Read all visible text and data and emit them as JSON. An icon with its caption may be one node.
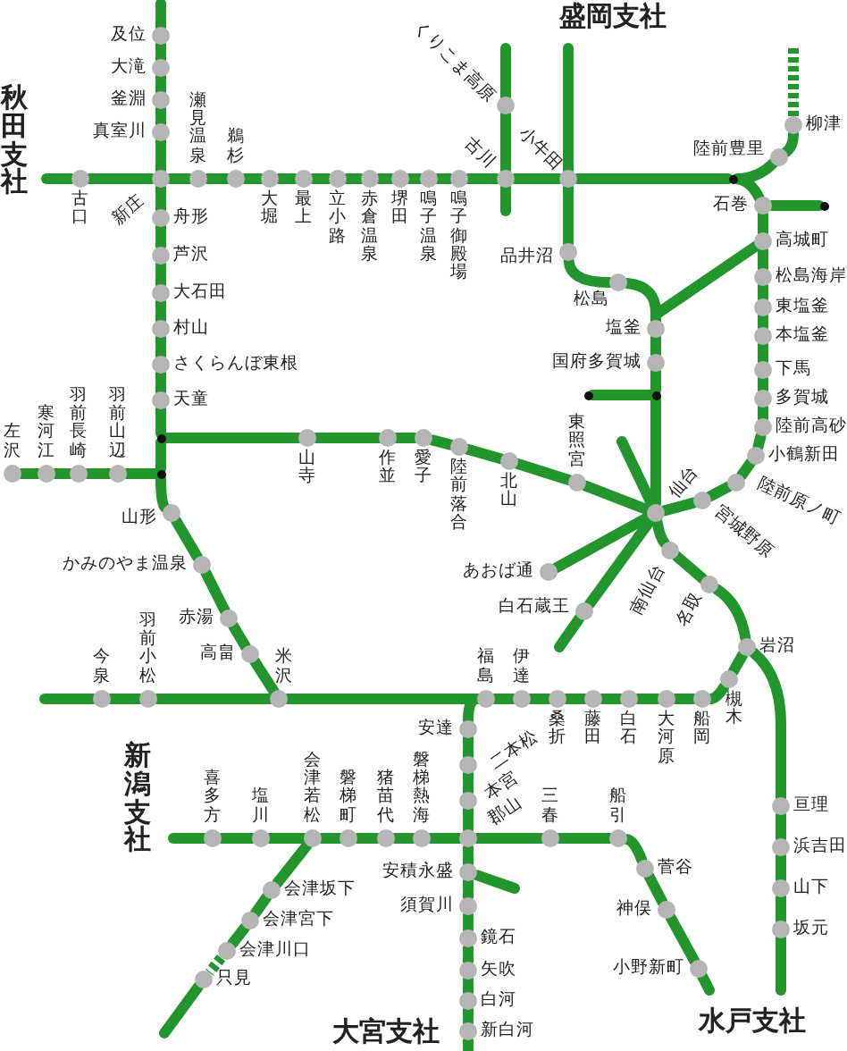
{
  "diagram": {
    "nodes": [
      {
        "text": [
          "及位"
        ]
      },
      {
        "text": [
          "大滝"
        ]
      },
      {
        "text": [
          "釜淵"
        ]
      },
      {
        "text": [
          "真室川"
        ]
      },
      {
        "text": [
          "古口"
        ]
      },
      {
        "text": [
          "新庄"
        ]
      },
      {
        "text": [
          "瀬見温泉"
        ]
      },
      {
        "text": [
          "鵜杉"
        ]
      },
      {
        "text": [
          "大堀"
        ]
      },
      {
        "text": [
          "最上"
        ]
      },
      {
        "text": [
          "立小路"
        ]
      },
      {
        "text": [
          "赤倉温泉"
        ]
      },
      {
        "text": [
          "堺田"
        ]
      },
      {
        "text": [
          "鳴子温泉"
        ]
      },
      {
        "text": [
          "鳴子御殿場"
        ]
      },
      {
        "text": [
          "くりこま高原"
        ]
      },
      {
        "text": [
          "古川"
        ]
      },
      {
        "text": [
          "小牛田"
        ]
      },
      {
        "text": [],
        "shape": "circle"
      },
      {
        "text": [
          "陸前豊里"
        ]
      },
      {
        "text": [
          "柳津"
        ]
      },
      {
        "text": [
          "石巻"
        ]
      },
      {
        "text": [],
        "shape": "circle"
      },
      {
        "text": [
          "品井沼"
        ]
      },
      {
        "text": [
          "松島"
        ]
      },
      {
        "text": [
          "塩釜"
        ]
      },
      {
        "text": [
          "国府多賀城"
        ]
      },
      {
        "text": [],
        "shape": "circle"
      },
      {
        "text": [],
        "shape": "circle"
      },
      {
        "text": [
          "高城町"
        ]
      },
      {
        "text": [
          "松島海岸"
        ]
      },
      {
        "text": [
          "東塩釜"
        ]
      },
      {
        "text": [
          "本塩釜"
        ]
      },
      {
        "text": [
          "下馬"
        ]
      },
      {
        "text": [
          "多賀城"
        ]
      },
      {
        "text": [
          "陸前高砂"
        ]
      },
      {
        "text": [
          "小鶴新田"
        ]
      },
      {
        "text": [
          "陸前原ノ町"
        ]
      },
      {
        "text": [
          "宮城野原"
        ]
      },
      {
        "text": [
          "仙台"
        ]
      },
      {
        "text": [
          "舟形"
        ]
      },
      {
        "text": [
          "芦沢"
        ]
      },
      {
        "text": [
          "大石田"
        ]
      },
      {
        "text": [
          "村山"
        ]
      },
      {
        "text": [
          "さくらんぼ東根"
        ]
      },
      {
        "text": [
          "天童"
        ]
      },
      {
        "text": [],
        "shape": "circle"
      },
      {
        "text": [
          "山寺"
        ]
      },
      {
        "text": [
          "作並"
        ]
      },
      {
        "text": [
          "愛子"
        ]
      },
      {
        "text": [
          "陸前落合"
        ]
      },
      {
        "text": [
          "北山"
        ]
      },
      {
        "text": [
          "東照宮"
        ]
      },
      {
        "text": [
          "左沢"
        ]
      },
      {
        "text": [
          "寒河江"
        ]
      },
      {
        "text": [
          "羽前長崎"
        ]
      },
      {
        "text": [
          "羽前山辺"
        ]
      },
      {
        "text": [],
        "shape": "circle"
      },
      {
        "text": [
          "山形"
        ]
      },
      {
        "text": [
          "かみのやま温泉"
        ]
      },
      {
        "text": [
          "赤湯"
        ]
      },
      {
        "text": [
          "高畠"
        ]
      },
      {
        "text": [
          "米沢"
        ]
      },
      {
        "text": [
          "あおば通"
        ]
      },
      {
        "text": [
          "南仙台"
        ]
      },
      {
        "text": [
          "白石蔵王"
        ]
      },
      {
        "text": [
          "名取"
        ]
      },
      {
        "text": [
          "岩沼"
        ]
      },
      {
        "text": [
          "今泉"
        ]
      },
      {
        "text": [
          "羽前小松"
        ]
      },
      {
        "text": [
          "福島"
        ]
      },
      {
        "text": [
          "伊達"
        ]
      },
      {
        "text": [
          "桑折"
        ]
      },
      {
        "text": [
          "藤田"
        ]
      },
      {
        "text": [
          "白石"
        ]
      },
      {
        "text": [
          "大河原"
        ]
      },
      {
        "text": [
          "船岡"
        ]
      },
      {
        "text": [
          "槻木"
        ]
      },
      {
        "text": [
          "安達"
        ]
      },
      {
        "text": [
          "二本松"
        ]
      },
      {
        "text": [
          "本宮"
        ]
      },
      {
        "text": [
          "亘理"
        ]
      },
      {
        "text": [
          "喜多方"
        ]
      },
      {
        "text": [
          "塩川"
        ]
      },
      {
        "text": [
          "会津若松"
        ]
      },
      {
        "text": [
          "磐梯町"
        ]
      },
      {
        "text": [
          "猪苗代"
        ]
      },
      {
        "text": [
          "磐梯熱海"
        ]
      },
      {
        "text": [
          "郡山"
        ]
      },
      {
        "text": [
          "三春"
        ]
      },
      {
        "text": [
          "船引"
        ]
      },
      {
        "text": [
          "浜吉田"
        ]
      },
      {
        "text": [
          "安積永盛"
        ]
      },
      {
        "text": [
          "菅谷"
        ]
      },
      {
        "text": [
          "山下"
        ]
      },
      {
        "text": [
          "会津坂下"
        ]
      },
      {
        "text": [
          "須賀川"
        ]
      },
      {
        "text": [
          "神俣"
        ]
      },
      {
        "text": [
          "会津宮下"
        ]
      },
      {
        "text": [
          "坂元"
        ]
      },
      {
        "text": [
          "鏡石"
        ]
      },
      {
        "text": [
          "会津川口"
        ]
      },
      {
        "text": [
          "小野新町"
        ]
      },
      {
        "text": [
          "矢吹"
        ]
      },
      {
        "text": [
          "只見"
        ]
      },
      {
        "text": [
          "白河"
        ]
      },
      {
        "text": [
          "新白河"
        ]
      }
    ],
    "edges": [
      {
        "from": null,
        "to": 0,
        "arrow": "none"
      },
      {
        "from": 0,
        "to": 1,
        "arrow": "none"
      },
      {
        "from": 1,
        "to": 2,
        "arrow": "none"
      },
      {
        "from": 2,
        "to": 3,
        "arrow": "none"
      },
      {
        "from": 3,
        "to": 5,
        "arrow": "none"
      },
      {
        "from": null,
        "to": 4,
        "arrow": "none"
      },
      {
        "from": 4,
        "to": 5,
        "arrow": "none"
      },
      {
        "from": 5,
        "to": 6,
        "arrow": "none"
      },
      {
        "from": 6,
        "to": 7,
        "arrow": "none"
      },
      {
        "from": 7,
        "to": 8,
        "arrow": "none"
      },
      {
        "from": 8,
        "to": 9,
        "arrow": "none"
      },
      {
        "from": 9,
        "to": 10,
        "arrow": "none"
      },
      {
        "from": 10,
        "to": 11,
        "arrow": "none"
      },
      {
        "from": 11,
        "to": 12,
        "arrow": "none"
      },
      {
        "from": 12,
        "to": 13,
        "arrow": "none"
      },
      {
        "from": 13,
        "to": 14,
        "arrow": "none"
      },
      {
        "from": 14,
        "to": 16,
        "arrow": "none"
      },
      {
        "from": null,
        "to": 15,
        "arrow": "none"
      },
      {
        "from": 15,
        "to": 16,
        "arrow": "none"
      },
      {
        "from": 16,
        "to": null,
        "arrow": "none"
      },
      {
        "from": 16,
        "to": 17,
        "arrow": "none"
      },
      {
        "from": null,
        "to": 17,
        "arrow": "none"
      },
      {
        "from": 17,
        "to": 18,
        "arrow": "none"
      },
      {
        "from": 18,
        "to": 19,
        "arrow": "none"
      },
      {
        "from": 19,
        "to": 20,
        "arrow": "none"
      },
      {
        "from": 20,
        "to": null,
        "arrow": "none",
        "style": "dashed"
      },
      {
        "from": 18,
        "to": 21,
        "arrow": "none"
      },
      {
        "from": 21,
        "to": 22,
        "arrow": "none"
      },
      {
        "from": 17,
        "to": 23,
        "arrow": "none"
      },
      {
        "from": 23,
        "to": 24,
        "arrow": "none"
      },
      {
        "from": 24,
        "to": 25,
        "arrow": "none"
      },
      {
        "from": 25,
        "to": 26,
        "arrow": "none"
      },
      {
        "from": 26,
        "to": 28,
        "arrow": "none"
      },
      {
        "from": 28,
        "to": 27,
        "arrow": "none"
      },
      {
        "from": 28,
        "to": 39,
        "arrow": "none"
      },
      {
        "from": 21,
        "to": 29,
        "arrow": "none"
      },
      {
        "from": 29,
        "to": 25,
        "arrow": "none"
      },
      {
        "from": 29,
        "to": 30,
        "arrow": "none"
      },
      {
        "from": 30,
        "to": 31,
        "arrow": "none"
      },
      {
        "from": 31,
        "to": 32,
        "arrow": "none"
      },
      {
        "from": 32,
        "to": 33,
        "arrow": "none"
      },
      {
        "from": 33,
        "to": 34,
        "arrow": "none"
      },
      {
        "from": 34,
        "to": 35,
        "arrow": "none"
      },
      {
        "from": 35,
        "to": 36,
        "arrow": "none"
      },
      {
        "from": 36,
        "to": 37,
        "arrow": "none"
      },
      {
        "from": 37,
        "to": 38,
        "arrow": "none"
      },
      {
        "from": 38,
        "to": 39,
        "arrow": "none"
      },
      {
        "from": 5,
        "to": 40,
        "arrow": "none"
      },
      {
        "from": 40,
        "to": 41,
        "arrow": "none"
      },
      {
        "from": 41,
        "to": 42,
        "arrow": "none"
      },
      {
        "from": 42,
        "to": 43,
        "arrow": "none"
      },
      {
        "from": 43,
        "to": 44,
        "arrow": "none"
      },
      {
        "from": 44,
        "to": 45,
        "arrow": "none"
      },
      {
        "from": 45,
        "to": 46,
        "arrow": "none"
      },
      {
        "from": 46,
        "to": 47,
        "arrow": "none"
      },
      {
        "from": 47,
        "to": 48,
        "arrow": "none"
      },
      {
        "from": 48,
        "to": 49,
        "arrow": "none"
      },
      {
        "from": 49,
        "to": 50,
        "arrow": "none"
      },
      {
        "from": 50,
        "to": 51,
        "arrow": "none"
      },
      {
        "from": 51,
        "to": 52,
        "arrow": "none"
      },
      {
        "from": 52,
        "to": 39,
        "arrow": "none"
      },
      {
        "from": 46,
        "to": 57,
        "arrow": "none"
      },
      {
        "from": 53,
        "to": 54,
        "arrow": "none"
      },
      {
        "from": 54,
        "to": 55,
        "arrow": "none"
      },
      {
        "from": 55,
        "to": 56,
        "arrow": "none"
      },
      {
        "from": 56,
        "to": 57,
        "arrow": "none"
      },
      {
        "from": 57,
        "to": 58,
        "arrow": "none"
      },
      {
        "from": 58,
        "to": 59,
        "arrow": "none"
      },
      {
        "from": 59,
        "to": 60,
        "arrow": "none"
      },
      {
        "from": 60,
        "to": 61,
        "arrow": "none"
      },
      {
        "from": 61,
        "to": 62,
        "arrow": "none"
      },
      {
        "from": 39,
        "to": null,
        "arrow": "none"
      },
      {
        "from": 39,
        "to": 63,
        "arrow": "none"
      },
      {
        "from": 39,
        "to": 64,
        "arrow": "none"
      },
      {
        "from": 39,
        "to": 65,
        "arrow": "none"
      },
      {
        "from": 65,
        "to": null,
        "arrow": "none"
      },
      {
        "from": 64,
        "to": 66,
        "arrow": "none"
      },
      {
        "from": 66,
        "to": 67,
        "arrow": "none"
      },
      {
        "from": 67,
        "to": 77,
        "arrow": "none"
      },
      {
        "from": 77,
        "to": 76,
        "arrow": "none"
      },
      {
        "from": 76,
        "to": 75,
        "arrow": "none"
      },
      {
        "from": 75,
        "to": 74,
        "arrow": "none"
      },
      {
        "from": 74,
        "to": 73,
        "arrow": "none"
      },
      {
        "from": 73,
        "to": 72,
        "arrow": "none"
      },
      {
        "from": 72,
        "to": 71,
        "arrow": "none"
      },
      {
        "from": 71,
        "to": 70,
        "arrow": "none"
      },
      {
        "from": null,
        "to": 68,
        "arrow": "none"
      },
      {
        "from": 68,
        "to": 69,
        "arrow": "none"
      },
      {
        "from": 69,
        "to": 62,
        "arrow": "none"
      },
      {
        "from": 62,
        "to": 70,
        "arrow": "none"
      },
      {
        "from": 70,
        "to": 78,
        "arrow": "none"
      },
      {
        "from": 78,
        "to": 79,
        "arrow": "none"
      },
      {
        "from": 79,
        "to": 80,
        "arrow": "none"
      },
      {
        "from": 80,
        "to": 88,
        "arrow": "none"
      },
      {
        "from": 67,
        "to": 81,
        "arrow": "none"
      },
      {
        "from": 81,
        "to": 91,
        "arrow": "none"
      },
      {
        "from": 91,
        "to": 94,
        "arrow": "none"
      },
      {
        "from": 94,
        "to": 99,
        "arrow": "none"
      },
      {
        "from": 99,
        "to": null,
        "arrow": "none"
      },
      {
        "from": null,
        "to": 82,
        "arrow": "none"
      },
      {
        "from": 82,
        "to": 83,
        "arrow": "none"
      },
      {
        "from": 83,
        "to": 84,
        "arrow": "none"
      },
      {
        "from": 84,
        "to": 85,
        "arrow": "none"
      },
      {
        "from": 85,
        "to": 86,
        "arrow": "none"
      },
      {
        "from": 86,
        "to": 87,
        "arrow": "none"
      },
      {
        "from": 87,
        "to": 88,
        "arrow": "none"
      },
      {
        "from": 88,
        "to": 89,
        "arrow": "none"
      },
      {
        "from": 89,
        "to": 90,
        "arrow": "none"
      },
      {
        "from": 90,
        "to": 93,
        "arrow": "none"
      },
      {
        "from": 93,
        "to": 97,
        "arrow": "none"
      },
      {
        "from": 97,
        "to": 102,
        "arrow": "none"
      },
      {
        "from": 102,
        "to": null,
        "arrow": "none"
      },
      {
        "from": 88,
        "to": 92,
        "arrow": "none"
      },
      {
        "from": 92,
        "to": 96,
        "arrow": "none"
      },
      {
        "from": 96,
        "to": 100,
        "arrow": "none"
      },
      {
        "from": 100,
        "to": 103,
        "arrow": "none"
      },
      {
        "from": 103,
        "to": 105,
        "arrow": "none"
      },
      {
        "from": 105,
        "to": 106,
        "arrow": "none"
      },
      {
        "from": 106,
        "to": null,
        "arrow": "none"
      },
      {
        "from": 92,
        "to": null,
        "arrow": "none"
      },
      {
        "from": 84,
        "to": 95,
        "arrow": "none"
      },
      {
        "from": 95,
        "to": 98,
        "arrow": "none"
      },
      {
        "from": 98,
        "to": 101,
        "arrow": "none"
      },
      {
        "from": 101,
        "to": 104,
        "arrow": "none",
        "style": "dashed"
      },
      {
        "from": 104,
        "to": null,
        "arrow": "none"
      }
    ],
    "labels": [
      "盛岡支社",
      "秋田支社",
      "新潟支社",
      "水戸支社",
      "大宮支社"
    ]
  }
}
